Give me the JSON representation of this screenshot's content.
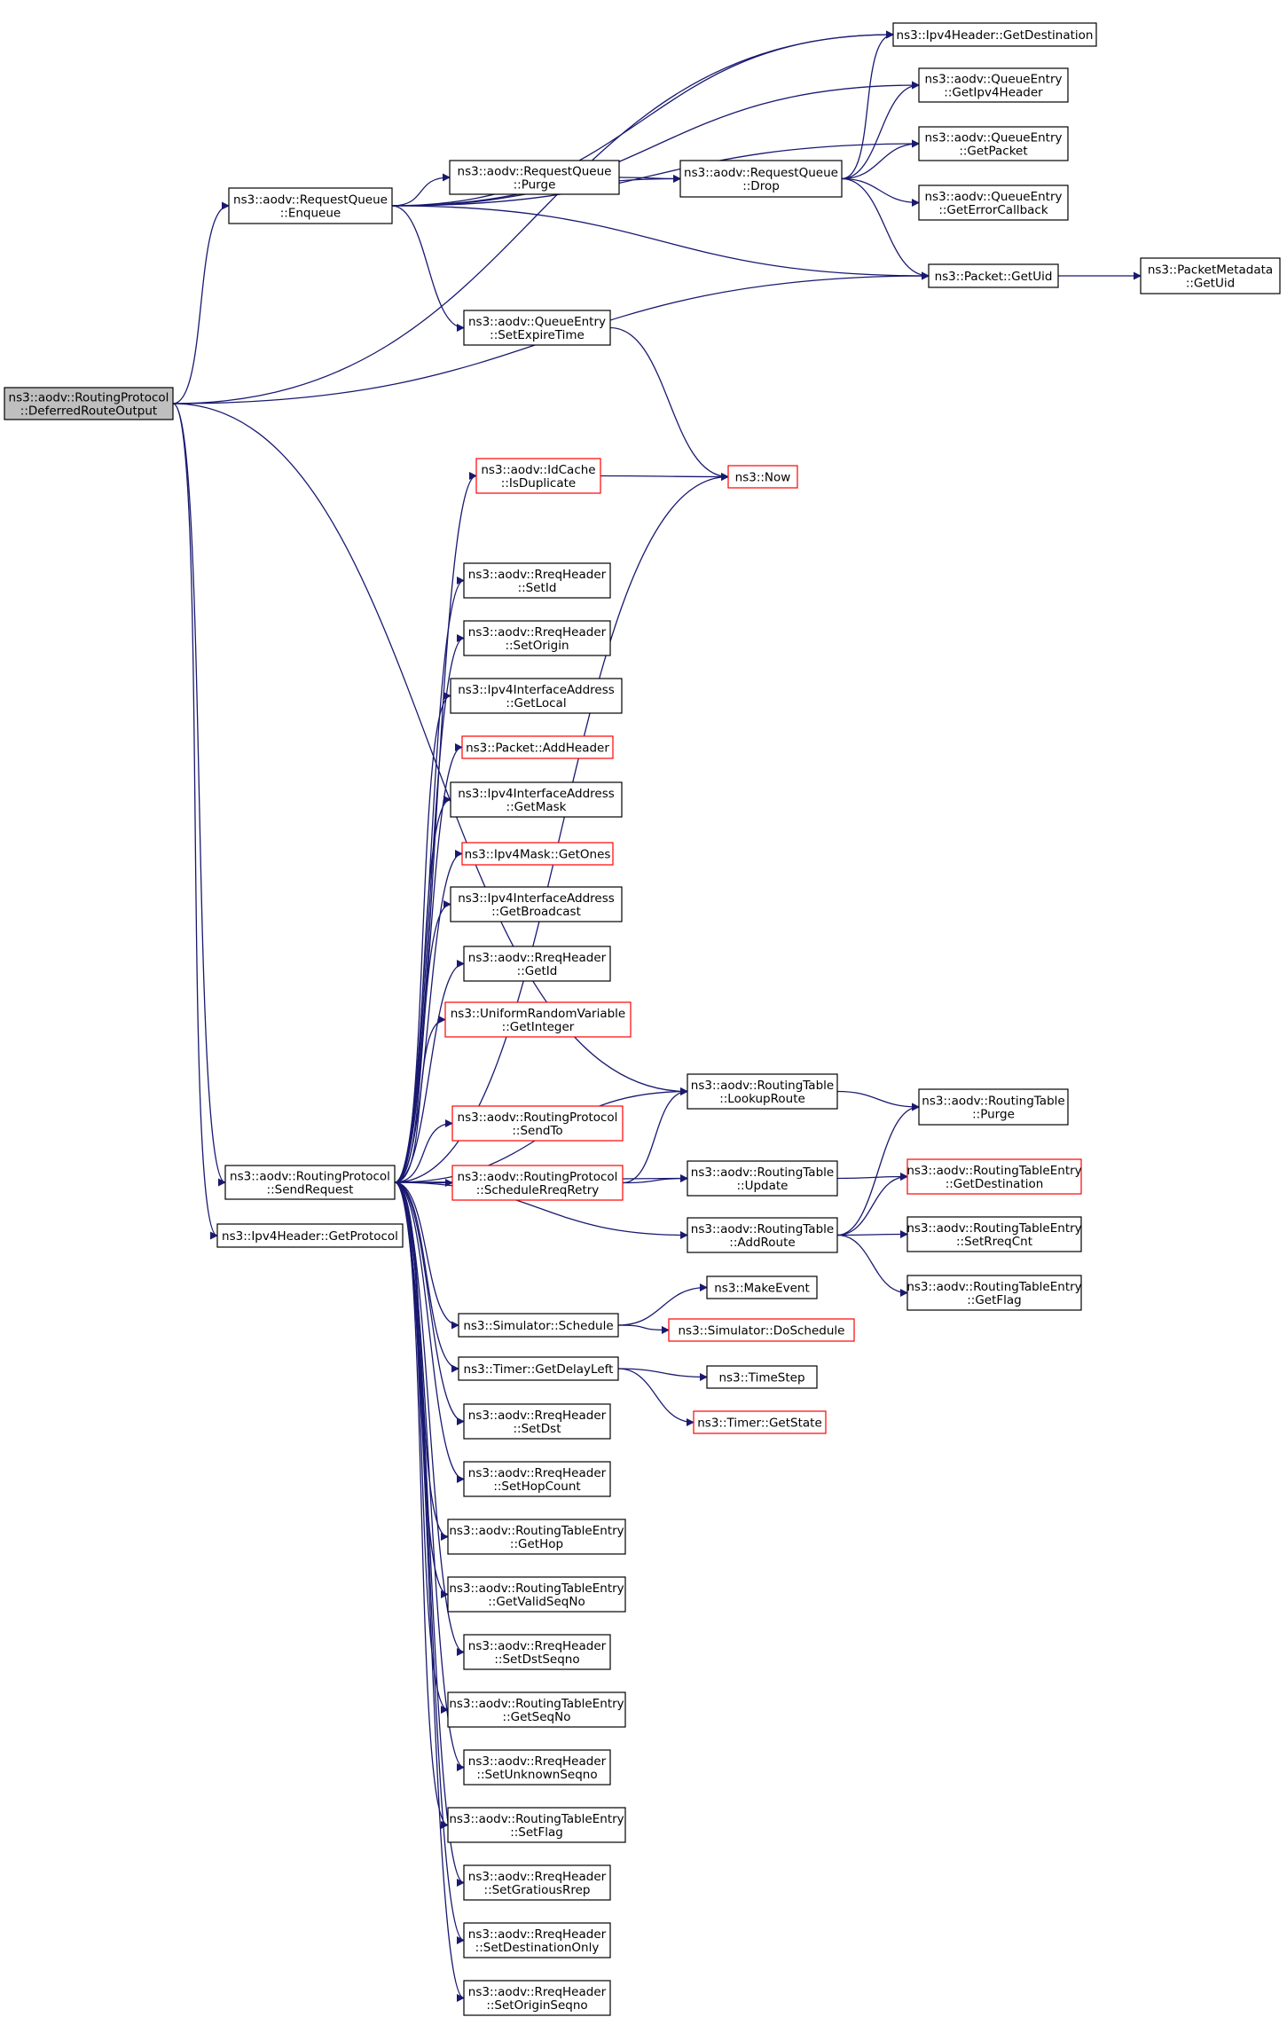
{
  "colors": {
    "edge": "#191970",
    "node_border": "#000000",
    "node_border_external": "#ff0000",
    "root_fill": "#bfbfbf",
    "node_fill": "#ffffff"
  },
  "nodes": {
    "deferred": {
      "lines": [
        "ns3::aodv::RoutingProtocol",
        "::DeferredRouteOutput"
      ],
      "root": true
    },
    "enqueue": {
      "lines": [
        "ns3::aodv::RequestQueue",
        "::Enqueue"
      ]
    },
    "getdest": {
      "lines": [
        "ns3::Ipv4Header::GetDestination"
      ]
    },
    "getipv4hdr": {
      "lines": [
        "ns3::aodv::QueueEntry",
        "::GetIpv4Header"
      ]
    },
    "getpacket": {
      "lines": [
        "ns3::aodv::QueueEntry",
        "::GetPacket"
      ]
    },
    "purge_rq": {
      "lines": [
        "ns3::aodv::RequestQueue",
        "::Purge"
      ]
    },
    "drop": {
      "lines": [
        "ns3::aodv::RequestQueue",
        "::Drop"
      ]
    },
    "geterrcb": {
      "lines": [
        "ns3::aodv::QueueEntry",
        "::GetErrorCallback"
      ]
    },
    "getuid": {
      "lines": [
        "ns3::Packet::GetUid"
      ]
    },
    "pm_getuid": {
      "lines": [
        "ns3::PacketMetadata",
        "::GetUid"
      ]
    },
    "setexpire": {
      "lines": [
        "ns3::aodv::QueueEntry",
        "::SetExpireTime"
      ]
    },
    "now": {
      "lines": [
        "ns3::Now"
      ],
      "external": true
    },
    "isdup": {
      "lines": [
        "ns3::aodv::IdCache",
        "::IsDuplicate"
      ],
      "external": true
    },
    "setid": {
      "lines": [
        "ns3::aodv::RreqHeader",
        "::SetId"
      ]
    },
    "setorigin": {
      "lines": [
        "ns3::aodv::RreqHeader",
        "::SetOrigin"
      ]
    },
    "getlocal": {
      "lines": [
        "ns3::Ipv4InterfaceAddress",
        "::GetLocal"
      ]
    },
    "addheader": {
      "lines": [
        "ns3::Packet::AddHeader"
      ],
      "external": true
    },
    "getmask": {
      "lines": [
        "ns3::Ipv4InterfaceAddress",
        "::GetMask"
      ]
    },
    "getones": {
      "lines": [
        "ns3::Ipv4Mask::GetOnes"
      ],
      "external": true
    },
    "getbcast": {
      "lines": [
        "ns3::Ipv4InterfaceAddress",
        "::GetBroadcast"
      ]
    },
    "getid": {
      "lines": [
        "ns3::aodv::RreqHeader",
        "::GetId"
      ]
    },
    "getinteger": {
      "lines": [
        "ns3::UniformRandomVariable",
        "::GetInteger"
      ],
      "external": true
    },
    "lookup": {
      "lines": [
        "ns3::aodv::RoutingTable",
        "::LookupRoute"
      ]
    },
    "rt_purge": {
      "lines": [
        "ns3::aodv::RoutingTable",
        "::Purge"
      ]
    },
    "sendto": {
      "lines": [
        "ns3::aodv::RoutingProtocol",
        "::SendTo"
      ],
      "external": true
    },
    "sendrequest": {
      "lines": [
        "ns3::aodv::RoutingProtocol",
        "::SendRequest"
      ]
    },
    "schedretry": {
      "lines": [
        "ns3::aodv::RoutingProtocol",
        "::ScheduleRreqRetry"
      ],
      "external": true
    },
    "update": {
      "lines": [
        "ns3::aodv::RoutingTable",
        "::Update"
      ]
    },
    "rte_getdest": {
      "lines": [
        "ns3::aodv::RoutingTableEntry",
        "::GetDestination"
      ],
      "external": true
    },
    "getprotocol": {
      "lines": [
        "ns3::Ipv4Header::GetProtocol"
      ]
    },
    "addroute": {
      "lines": [
        "ns3::aodv::RoutingTable",
        "::AddRoute"
      ]
    },
    "setrreqcnt": {
      "lines": [
        "ns3::aodv::RoutingTableEntry",
        "::SetRreqCnt"
      ]
    },
    "getflag": {
      "lines": [
        "ns3::aodv::RoutingTableEntry",
        "::GetFlag"
      ]
    },
    "makeevent": {
      "lines": [
        "ns3::MakeEvent"
      ]
    },
    "schedule": {
      "lines": [
        "ns3::Simulator::Schedule"
      ]
    },
    "doschedule": {
      "lines": [
        "ns3::Simulator::DoSchedule"
      ],
      "external": true
    },
    "getdelay": {
      "lines": [
        "ns3::Timer::GetDelayLeft"
      ]
    },
    "timestep": {
      "lines": [
        "ns3::TimeStep"
      ]
    },
    "getstate": {
      "lines": [
        "ns3::Timer::GetState"
      ],
      "external": true
    },
    "setdst": {
      "lines": [
        "ns3::aodv::RreqHeader",
        "::SetDst"
      ]
    },
    "sethopcount": {
      "lines": [
        "ns3::aodv::RreqHeader",
        "::SetHopCount"
      ]
    },
    "gethop": {
      "lines": [
        "ns3::aodv::RoutingTableEntry",
        "::GetHop"
      ]
    },
    "getvalidseq": {
      "lines": [
        "ns3::aodv::RoutingTableEntry",
        "::GetValidSeqNo"
      ]
    },
    "setdstseq": {
      "lines": [
        "ns3::aodv::RreqHeader",
        "::SetDstSeqno"
      ]
    },
    "getseqno": {
      "lines": [
        "ns3::aodv::RoutingTableEntry",
        "::GetSeqNo"
      ]
    },
    "setunknown": {
      "lines": [
        "ns3::aodv::RreqHeader",
        "::SetUnknownSeqno"
      ]
    },
    "setflag": {
      "lines": [
        "ns3::aodv::RoutingTableEntry",
        "::SetFlag"
      ]
    },
    "setgratious": {
      "lines": [
        "ns3::aodv::RreqHeader",
        "::SetGratiousRrep"
      ]
    },
    "setdestonly": {
      "lines": [
        "ns3::aodv::RreqHeader",
        "::SetDestinationOnly"
      ]
    },
    "setoriginseq": {
      "lines": [
        "ns3::aodv::RreqHeader",
        "::SetOriginSeqno"
      ]
    }
  },
  "edges": [
    [
      "deferred",
      "getdest"
    ],
    [
      "deferred",
      "enqueue"
    ],
    [
      "deferred",
      "getuid"
    ],
    [
      "deferred",
      "lookup"
    ],
    [
      "deferred",
      "sendrequest"
    ],
    [
      "deferred",
      "getprotocol"
    ],
    [
      "enqueue",
      "getdest"
    ],
    [
      "enqueue",
      "getipv4hdr"
    ],
    [
      "enqueue",
      "getpacket"
    ],
    [
      "enqueue",
      "purge_rq"
    ],
    [
      "enqueue",
      "drop"
    ],
    [
      "enqueue",
      "getuid"
    ],
    [
      "enqueue",
      "setexpire"
    ],
    [
      "purge_rq",
      "drop"
    ],
    [
      "drop",
      "getdest"
    ],
    [
      "drop",
      "getipv4hdr"
    ],
    [
      "drop",
      "getpacket"
    ],
    [
      "drop",
      "geterrcb"
    ],
    [
      "drop",
      "getuid"
    ],
    [
      "getuid",
      "pm_getuid"
    ],
    [
      "setexpire",
      "now"
    ],
    [
      "isdup",
      "now"
    ],
    [
      "sendrequest",
      "isdup"
    ],
    [
      "sendrequest",
      "now"
    ],
    [
      "sendrequest",
      "setid"
    ],
    [
      "sendrequest",
      "setorigin"
    ],
    [
      "sendrequest",
      "getlocal"
    ],
    [
      "sendrequest",
      "addheader"
    ],
    [
      "sendrequest",
      "getmask"
    ],
    [
      "sendrequest",
      "getones"
    ],
    [
      "sendrequest",
      "getbcast"
    ],
    [
      "sendrequest",
      "getid"
    ],
    [
      "sendrequest",
      "getinteger"
    ],
    [
      "sendrequest",
      "lookup"
    ],
    [
      "sendrequest",
      "sendto"
    ],
    [
      "sendrequest",
      "schedretry"
    ],
    [
      "sendrequest",
      "update"
    ],
    [
      "sendrequest",
      "addroute"
    ],
    [
      "sendrequest",
      "schedule"
    ],
    [
      "sendrequest",
      "getdelay"
    ],
    [
      "sendrequest",
      "setdst"
    ],
    [
      "sendrequest",
      "sethopcount"
    ],
    [
      "sendrequest",
      "gethop"
    ],
    [
      "sendrequest",
      "getvalidseq"
    ],
    [
      "sendrequest",
      "setdstseq"
    ],
    [
      "sendrequest",
      "getseqno"
    ],
    [
      "sendrequest",
      "setunknown"
    ],
    [
      "sendrequest",
      "setflag"
    ],
    [
      "sendrequest",
      "setgratious"
    ],
    [
      "sendrequest",
      "setdestonly"
    ],
    [
      "sendrequest",
      "setoriginseq"
    ],
    [
      "schedretry",
      "lookup"
    ],
    [
      "schedretry",
      "update"
    ],
    [
      "lookup",
      "rt_purge"
    ],
    [
      "update",
      "rte_getdest"
    ],
    [
      "addroute",
      "rt_purge"
    ],
    [
      "addroute",
      "rte_getdest"
    ],
    [
      "addroute",
      "setrreqcnt"
    ],
    [
      "addroute",
      "getflag"
    ],
    [
      "schedule",
      "makeevent"
    ],
    [
      "schedule",
      "doschedule"
    ],
    [
      "getdelay",
      "timestep"
    ],
    [
      "getdelay",
      "getstate"
    ]
  ]
}
